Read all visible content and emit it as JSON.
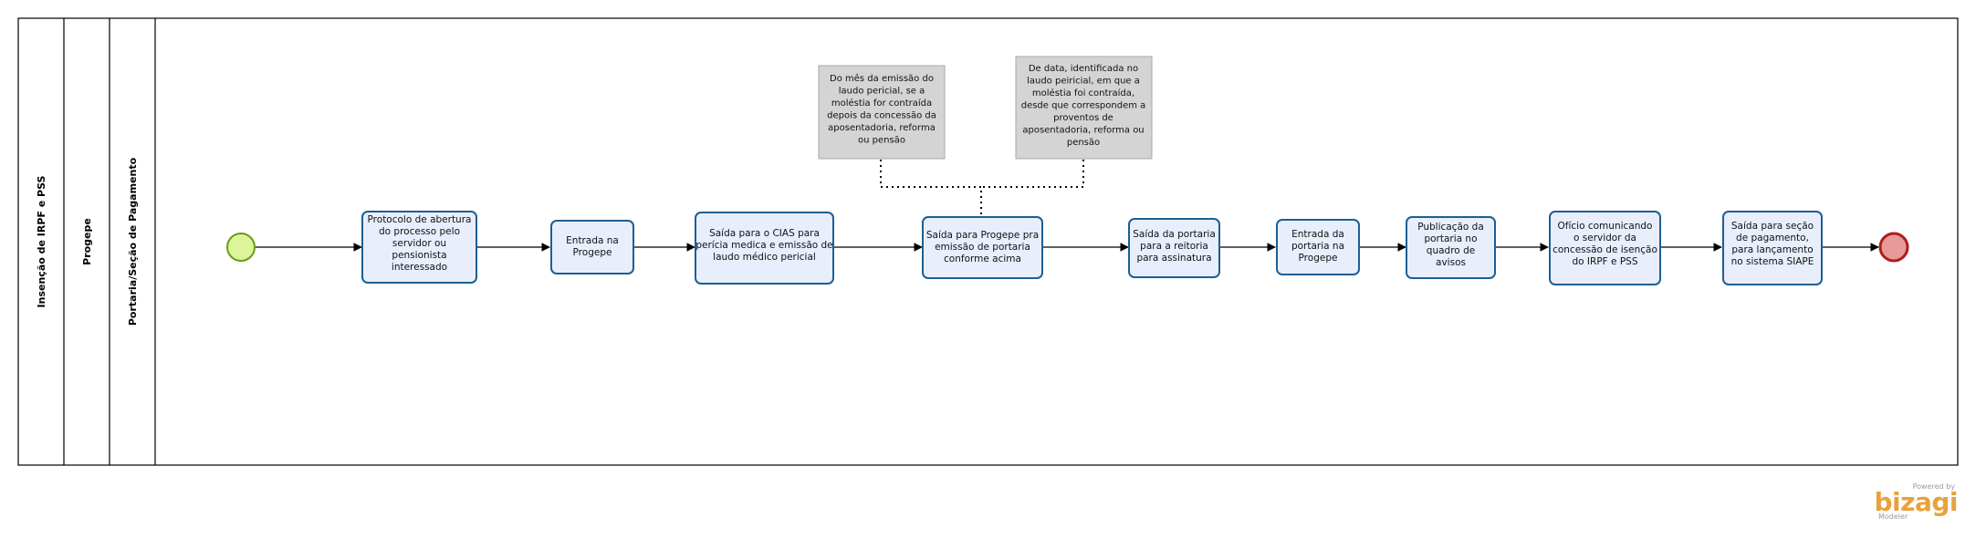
{
  "pool": {
    "label": "Insenção de IRPF e PSS"
  },
  "lanes": [
    {
      "label": "Progepe"
    },
    {
      "label": "Portaria/Seção de Pagamento"
    }
  ],
  "tasks": [
    {
      "id": "t1",
      "lines": [
        "Protocolo de abertura",
        "do processo pelo",
        "servidor ou",
        "pensionista",
        "interessado"
      ]
    },
    {
      "id": "t2",
      "lines": [
        "Entrada na",
        "Progepe"
      ]
    },
    {
      "id": "t3",
      "lines": [
        "Saída  para o CIAS para",
        "perícia medica e emissão de",
        "laudo médico pericial"
      ]
    },
    {
      "id": "t4",
      "lines": [
        "Saída para Progepe pra",
        "emissão de portaria",
        "conforme acima"
      ]
    },
    {
      "id": "t5",
      "lines": [
        "Saída da portaria",
        "para a reitoria",
        "para assinatura"
      ]
    },
    {
      "id": "t6",
      "lines": [
        "Entrada da",
        "portaria na",
        "Progepe"
      ]
    },
    {
      "id": "t7",
      "lines": [
        "Publicação da",
        "portaria no",
        "quadro de",
        "avisos"
      ]
    },
    {
      "id": "t8",
      "lines": [
        "Ofício comunicando",
        "o servidor da",
        "concessão de isenção",
        "do IRPF e PSS"
      ]
    },
    {
      "id": "t9",
      "lines": [
        "Saída para seção",
        "de pagamento,",
        "para lançamento",
        "no sistema SIAPE"
      ]
    }
  ],
  "annotations": [
    {
      "id": "a1",
      "lines": [
        "Do mês da emissão do",
        "laudo pericial, se a",
        "moléstia for contraída",
        "depois da concessão da",
        "aposentadoria, reforma",
        "ou pensão"
      ]
    },
    {
      "id": "a2",
      "lines": [
        "De data, identificada no",
        "laudo peiricial, em que a",
        "moléstia foi contraída,",
        "desde que correspondem a",
        "proventos de",
        "aposentadoria, reforma ou",
        "pensão"
      ]
    }
  ],
  "events": {
    "start": {
      "name": "start"
    },
    "end": {
      "name": "end"
    }
  },
  "colors": {
    "task_fill": "#e8eefc",
    "task_stroke": "#1d5f93",
    "start_fill": "#dcf59a",
    "start_stroke": "#6a9a17",
    "end_fill": "#e89a9a",
    "end_stroke": "#b01c1c",
    "note_fill": "#d4d4d4",
    "brand": "#e8a23c"
  },
  "branding": {
    "powered_by": "Powered by",
    "name": "bizagi",
    "product": "Modeler"
  }
}
